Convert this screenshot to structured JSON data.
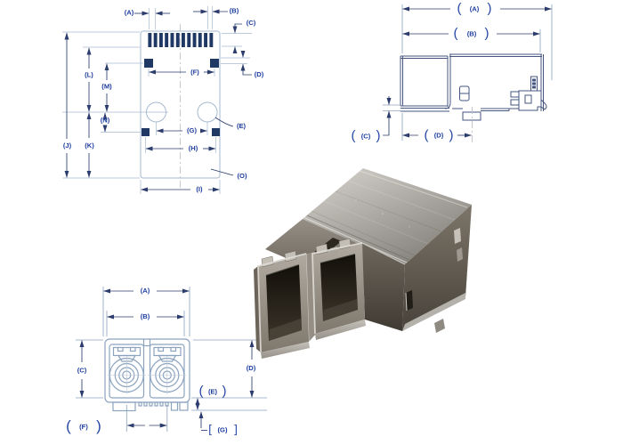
{
  "background": "#ffffff",
  "colors": {
    "outline_light": "#a6bad0",
    "outline_front": "#8ba3bf",
    "dimension": "#2b3c6d",
    "label": "#1d3d9e",
    "pad": "#203864",
    "centerline": "#b9bcc2",
    "metal_light": "#d6d3cd",
    "metal_mid": "#8a8781",
    "metal_dark": "#47423a",
    "port_opening": "#15120c"
  },
  "footprint_view": {
    "labels": {
      "a": "(A)",
      "b": "(B)",
      "c": "(C)",
      "d": "(D)",
      "e": "(E)",
      "f": "(F)",
      "g": "(G)",
      "h": "(H)",
      "i": "(I)",
      "j": "(J)",
      "k": "(K)",
      "l": "(L)",
      "m": "(M)",
      "n": "(N)",
      "o": "(O)"
    }
  },
  "side_view": {
    "labels": {
      "a": "(A)",
      "b": "(B)",
      "c": "(C)",
      "d": "(D)"
    },
    "lparen": "(",
    "rparen": ")"
  },
  "front_view": {
    "labels": {
      "a": "(A)",
      "b": "(B)",
      "c": "(C)",
      "d": "(D)",
      "e": "(E)",
      "f": "(F)",
      "g": "(G)"
    },
    "lparen": "(",
    "rparen": ")",
    "lbracket": "[",
    "rbracket": "]"
  }
}
